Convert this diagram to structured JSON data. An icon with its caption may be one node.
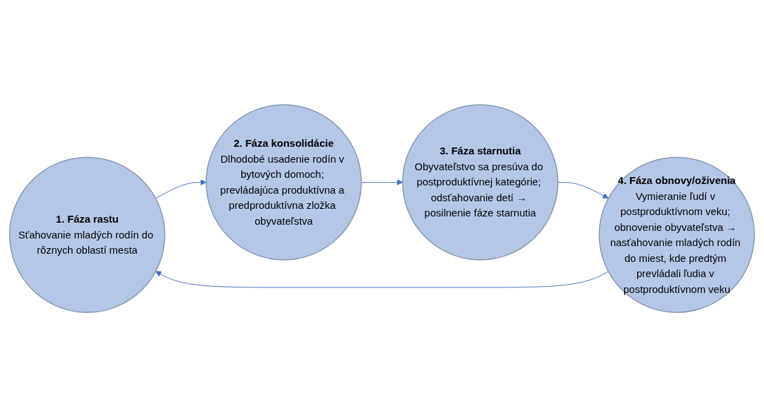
{
  "diagram": {
    "nodes": [
      {
        "text": [
          "1. Fáza rastu",
          "Sťahovanie mladých rodín do rôznych oblastí mesta"
        ]
      },
      {
        "text": [
          "2. Fáza konsolidácie",
          "Dlhodobé usadenie rodín v bytových domoch; prevládajúca produktívna a predproduktívna zložka obyvateľstva"
        ]
      },
      {
        "text": [
          "3. Fáza starnutia",
          "Obyvateľstvo sa presúva do postproduktívnej kategórie; odsťahovanie detí → posilnenie fáze starnutia"
        ]
      },
      {
        "text": [
          "4. Fáza obnovy/oživenia",
          "Vymieranie ľudí v postproduktívnom veku; obnovenie obyvateľstva → nasťahovanie mladých rodín do miest, kde predtým prevládali ľudia v postproduktívnom veku"
        ]
      }
    ],
    "edges": [
      {
        "from": 0,
        "to": 1,
        "arrow": "to"
      },
      {
        "from": 1,
        "to": 2,
        "arrow": "to"
      },
      {
        "from": 2,
        "to": 3,
        "arrow": "to"
      },
      {
        "from": 3,
        "to": 0,
        "arrow": "to"
      }
    ]
  }
}
